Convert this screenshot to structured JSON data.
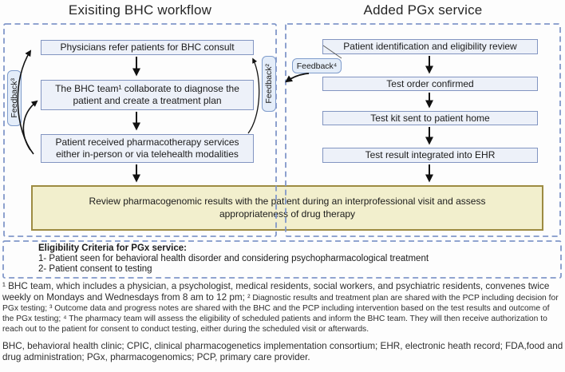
{
  "titles": {
    "left": "Exisiting BHC workflow",
    "right": "Added PGx service"
  },
  "left_panel": {
    "step1": "Physicians refer patients for BHC consult",
    "step2": "The BHC team¹ collaborate to diagnose the patient and create a treatment plan",
    "step3": "Patient received pharmacotherapy services either in-person or via telehealth modalities",
    "feedback_left": "Feedback³",
    "feedback_right": "Feedback²"
  },
  "right_panel": {
    "step1": "Patient identification and eligibility review",
    "step2": "Test order confirmed",
    "step3": "Test kit sent to patient home",
    "step4": "Test result integrated into EHR",
    "feedback": "Feedback⁴"
  },
  "review_box": {
    "text": "Review pharmacogenomic results with the patient during an interprofessional visit and assess appropriateness of drug therapy"
  },
  "eligibility": {
    "heading": "Eligibility Criteria for PGx service:",
    "item1": "1- Patient seen for behavioral health disorder and considering psychopharmacological treatment",
    "item2": "2- Patient consent to testing"
  },
  "footnotes": {
    "line1": "¹ BHC team, which includes a physician, a psychologist, medical residents, social workers, and psychiatric residents, convenes twice",
    "line2_a": "weekly on Mondays and Wednesdays from 8 am to 12 pm; ",
    "line2_b": "² Diagnostic results and treatment plan are shared with the PCP including decision for",
    "line3": "PGx testing; ³ Outcome data and progress notes are shared with the BHC and the PCP including intervention based on the test results and outcome of",
    "line4": "the PGx testing; ⁴ The pharmacy team will assess the eligibility of scheduled patients and inform the BHC team. They will then receive authorization to",
    "line5": "reach out to the patient for consent to conduct testing, either during the scheduled visit or afterwards."
  },
  "abbreviations": {
    "line1": "BHC, behavioral health clinic; CPIC, clinical pharmacogenetics implementation consortium; EHR, electronic heath record; FDA,food and",
    "line2": "drug administration; PGx, pharmacogenomics; PCP, primary care provider."
  },
  "colors": {
    "panel_dash": "#8197c9",
    "box_fill": "#edf1f9",
    "box_border": "#8295c1",
    "feedback_fill": "#e4edf9",
    "review_fill": "#f2efcd",
    "review_border": "#9d8b42",
    "arrow": "#111111"
  }
}
